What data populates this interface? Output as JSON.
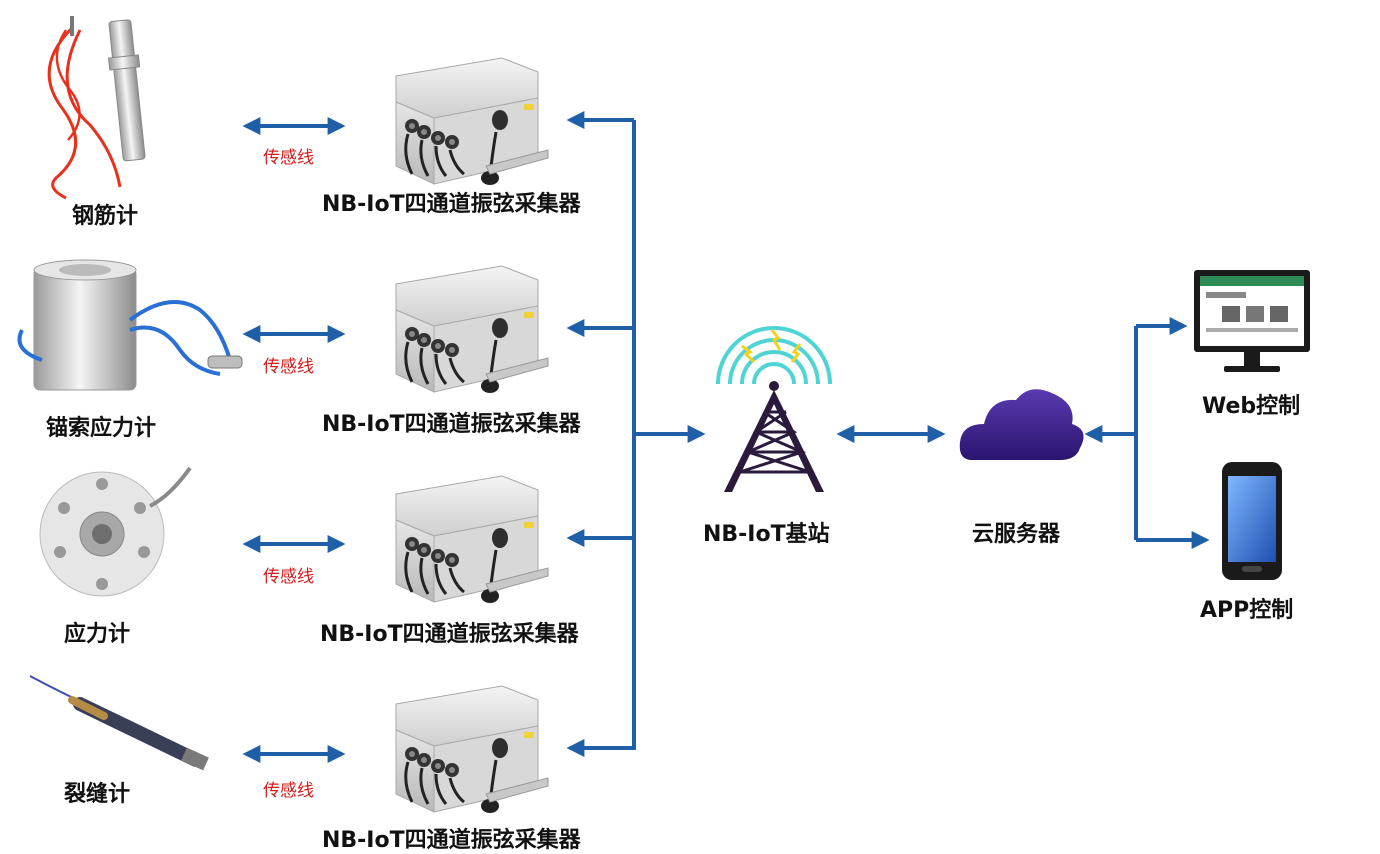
{
  "colors": {
    "arrow": "#1f5fa8",
    "wire_label": "#d41c1c",
    "cloud": "#3a1f8a",
    "tower": "#2a1b3d",
    "signal": "#4fd4d6",
    "bolt": "#f5d21a"
  },
  "sensors": [
    {
      "label": "钢筋计",
      "icon": "rebar-meter-icon"
    },
    {
      "label": "锚索应力计",
      "icon": "anchor-cable-stress-meter-icon"
    },
    {
      "label": "应力计",
      "icon": "stress-meter-icon"
    },
    {
      "label": "裂缝计",
      "icon": "crack-meter-icon"
    }
  ],
  "wire_label": "传感线",
  "collectors": [
    {
      "label": "NB-IoT四通道振弦采集器"
    },
    {
      "label": "NB-IoT四通道振弦采集器"
    },
    {
      "label": "NB-IoT四通道振弦采集器"
    },
    {
      "label": "NB-IoT四通道振弦采集器"
    }
  ],
  "base_station": {
    "label": "NB-IoT基站",
    "icon": "cell-tower-icon"
  },
  "cloud_server": {
    "label": "云服务器",
    "icon": "cloud-icon"
  },
  "clients": [
    {
      "label": "Web控制",
      "icon": "monitor-icon"
    },
    {
      "label": "APP控制",
      "icon": "smartphone-icon"
    }
  ]
}
